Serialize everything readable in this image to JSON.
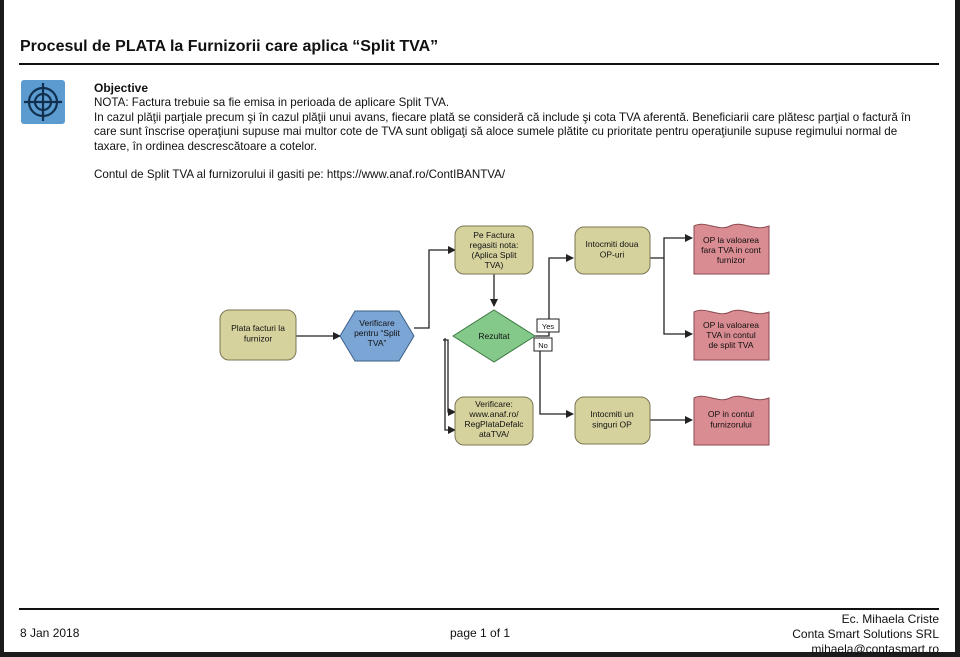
{
  "title": "Procesul de PLATA la Furnizorii care aplica “Split TVA”",
  "objective": {
    "heading": "Objective",
    "note": "NOTA: Factura trebuie sa fie emisa in perioada de aplicare Split TVA.",
    "paragraph": "In cazul plăţii parţiale precum şi în cazul plăţii unui avans, fiecare plată se consideră că include şi cota TVA aferentă. Beneficiarii care plătesc parţial o factură în care sunt înscrise operaţiuni supuse mai multor cote de TVA sunt obligaţi să aloce sumele plătite cu prioritate pentru operaţiunile supuse regimului normal de taxare, în ordinea descrescătoare a cotelor.",
    "link_line": "Contul de Split TVA al furnizorului il gasiti pe: https://www.anaf.ro/ContIBANTVA/"
  },
  "flow": {
    "plata": [
      "Plata facturi la",
      "furnizor"
    ],
    "verif": [
      "Verificare",
      "pentru “Split",
      "TVA”"
    ],
    "factura": [
      "Pe Factura",
      "regasiti nota:",
      "(Aplica Split",
      "TVA)"
    ],
    "rezultat": [
      "Rezultat"
    ],
    "anaf": [
      "Verificare:",
      "www.anaf.ro/",
      "RegPlataDefalc",
      "ataTVA/"
    ],
    "doua_op": [
      "Intocmiti doua",
      "OP-uri"
    ],
    "singur_op": [
      "Intocmiti un",
      "singuri OP"
    ],
    "doc1": [
      "OP la valoarea",
      "fara TVA in cont",
      "furnizor"
    ],
    "doc2": [
      "OP la valoarea",
      "TVA in contul",
      "de split TVA"
    ],
    "doc3": [
      "OP in contul",
      "furnizorului"
    ],
    "yes": "Yes",
    "no": "No"
  },
  "colors": {
    "process_fill": "#d6d29e",
    "hexagon_fill": "#7ba5d4",
    "decision_fill": "#84c98a",
    "document_fill": "#d98c92",
    "icon_fill": "#5b9bd0"
  },
  "footer": {
    "date": "8 Jan 2018",
    "page": "page 1 of 1",
    "author": "Ec. Mihaela Criste",
    "company": "Conta Smart Solutions SRL",
    "email": "mihaela@contasmart.ro"
  }
}
